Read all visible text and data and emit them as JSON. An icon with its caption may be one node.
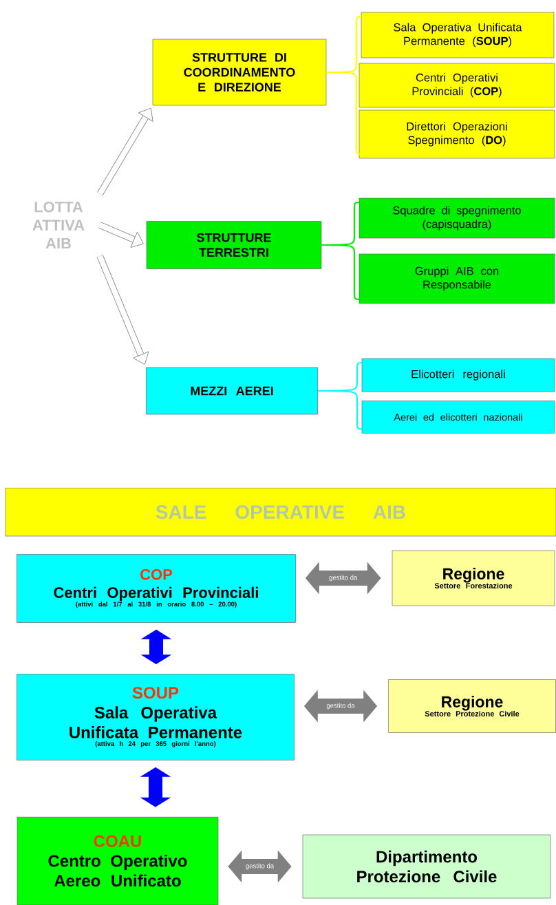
{
  "diagram": {
    "nodes": [
      {
        "text": [
          "LOTTA ATTIVA AIB"
        ]
      },
      {
        "text": [
          "STRUTTURE DI COORDINAMENTO E DIREZIONE"
        ]
      },
      {
        "text": [
          "Sala Operativa Unificata Permanente (**SOUP**)"
        ]
      },
      {
        "text": [
          "Centri Operativi Provinciali (**COP**)"
        ]
      },
      {
        "text": [
          "Direttori Operazioni Spegnimento (**DO**)"
        ]
      },
      {
        "text": [
          "STRUTTURE TERRESTRI"
        ]
      },
      {
        "text": [
          "Squadre di spegnimento (capisquadra)"
        ]
      },
      {
        "text": [
          "Gruppi AIB con Responsabile"
        ]
      },
      {
        "text": [
          "MEZZI AEREI"
        ]
      },
      {
        "text": [
          "Elicotteri regionali"
        ]
      },
      {
        "text": [
          "Aerei ed elicotteri nazionali"
        ]
      },
      {
        "text": [
          "SALE OPERATIVE AIB"
        ]
      },
      {
        "text": [
          "COP",
          "Centri Operativi Provinciali",
          "(attivi dal 1/7 al 31/8 in orario 8.00 – 20.00)"
        ]
      },
      {
        "text": [
          "Regione",
          "Settore Forestazione"
        ]
      },
      {
        "text": [
          "SOUP",
          "Sala Operativa Unificata Permanente",
          "(attiva h 24 per 365 giorni l'anno)"
        ]
      },
      {
        "text": [
          "Regione",
          "Settore Protezione Civile"
        ]
      },
      {
        "text": [
          "COAU",
          "Centro Operativo Aereo Unificato"
        ]
      },
      {
        "text": [
          "Dipartimento Protezione Civile"
        ]
      }
    ],
    "edges": [
      {
        "from": 0,
        "to": 1,
        "arrow": "to"
      },
      {
        "from": 0,
        "to": 5,
        "arrow": "to"
      },
      {
        "from": 0,
        "to": 8,
        "arrow": "to"
      },
      {
        "from": 1,
        "to": 2,
        "arrow": "none",
        "color": "#ffff00"
      },
      {
        "from": 1,
        "to": 3,
        "arrow": "none",
        "color": "#ffff00"
      },
      {
        "from": 1,
        "to": 4,
        "arrow": "none",
        "color": "#ffff00"
      },
      {
        "from": 5,
        "to": 6,
        "arrow": "none",
        "color": "#00ee00"
      },
      {
        "from": 5,
        "to": 7,
        "arrow": "none",
        "color": "#00ee00"
      },
      {
        "from": 8,
        "to": 9,
        "arrow": "none",
        "color": "#00ffff"
      },
      {
        "from": 8,
        "to": 10,
        "arrow": "none",
        "color": "#00ffff"
      },
      {
        "from": 12,
        "to": 13,
        "arrow": "both",
        "style": "thick",
        "color": "#808080",
        "label": "gestito da"
      },
      {
        "from": 12,
        "to": 14,
        "arrow": "both",
        "style": "thick",
        "color": "#0000ff"
      },
      {
        "from": 14,
        "to": 15,
        "arrow": "both",
        "style": "thick",
        "color": "#808080",
        "label": "gestito da"
      },
      {
        "from": 14,
        "to": 16,
        "arrow": "both",
        "style": "thick",
        "color": "#0000ff"
      },
      {
        "from": 16,
        "to": 17,
        "arrow": "both",
        "style": "thick",
        "color": "#808080",
        "label": "gestito da"
      }
    ]
  }
}
